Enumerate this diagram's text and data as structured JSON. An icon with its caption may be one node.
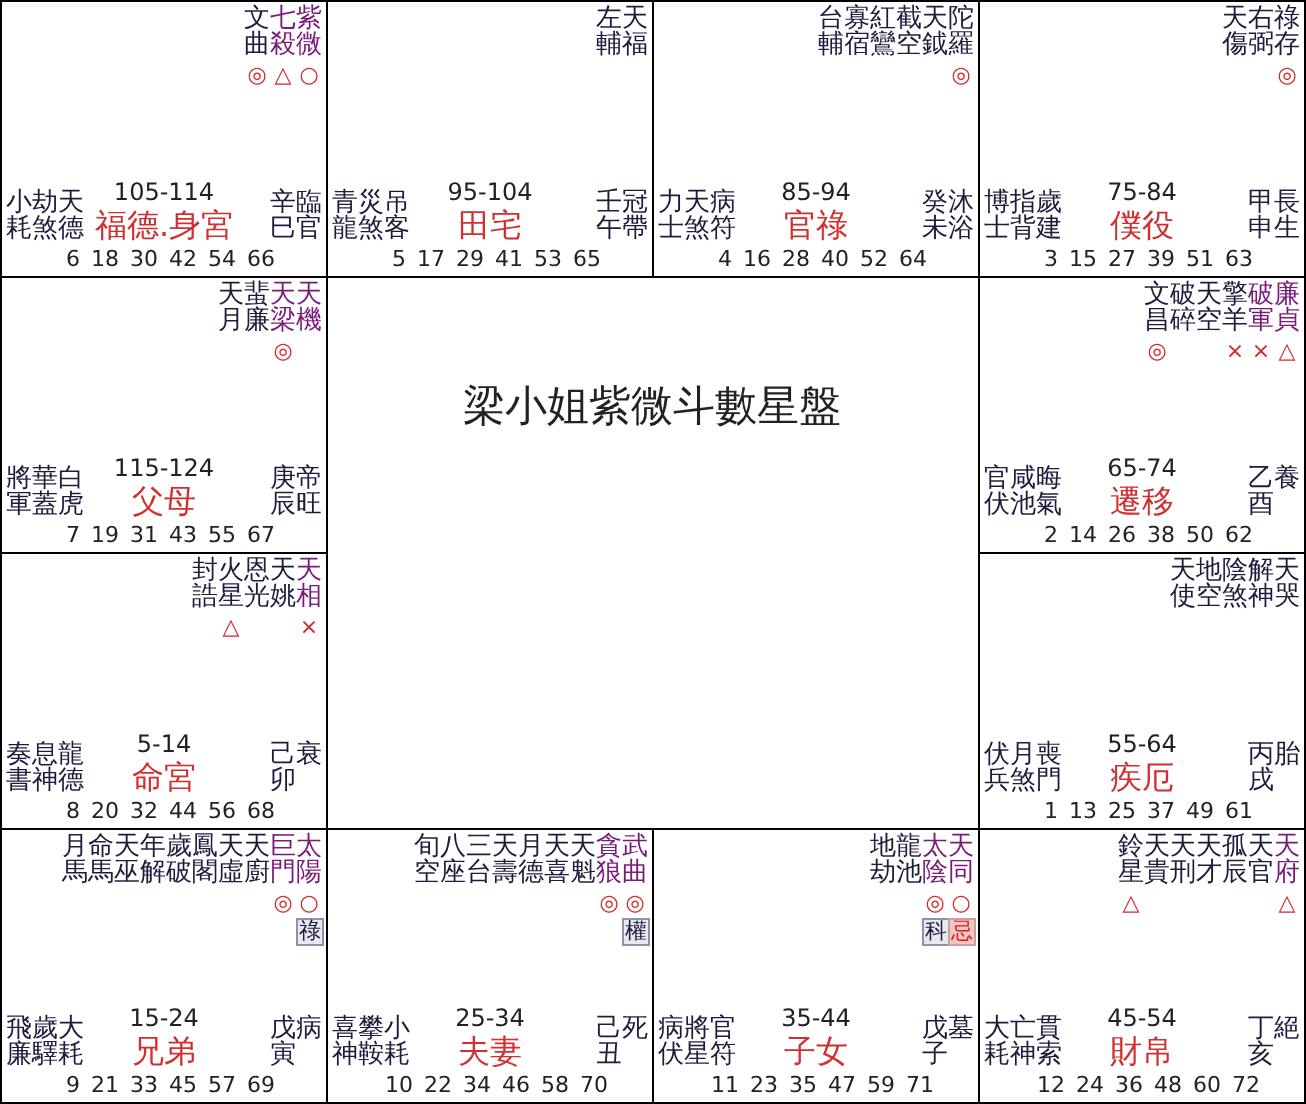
{
  "diagram": {
    "title": "梁小姐紫微斗數星盤",
    "nodes": [
      {
        "text": [
          "文曲",
          "七殺",
          "紫微",
          "◎",
          "△",
          "○",
          "小耗",
          "劫煞",
          "天德",
          "105-114",
          "福德.身宮",
          "辛巳",
          "臨官",
          "6 18 30 42 54 66"
        ]
      },
      {
        "text": [
          "左輔",
          "天福",
          "青龍",
          "災煞",
          "吊客",
          "95-104",
          "田宅",
          "壬午",
          "冠帶",
          "5 17 29 41 53 65"
        ]
      },
      {
        "text": [
          "台輔",
          "寡宿",
          "紅鸞",
          "截空",
          "天鉞",
          "陀羅",
          "◎",
          "力士",
          "天煞",
          "病符",
          "85-94",
          "官祿",
          "癸未",
          "沐浴",
          "4 16 28 40 52 64"
        ]
      },
      {
        "text": [
          "天傷",
          "右弼",
          "祿存",
          "◎",
          "博士",
          "指背",
          "歲建",
          "75-84",
          "僕役",
          "甲申",
          "長生",
          "3 15 27 39 51 63"
        ]
      },
      {
        "text": [
          "天月",
          "蜚廉",
          "天梁",
          "天機",
          "◎",
          "將軍",
          "華蓋",
          "白虎",
          "115-124",
          "父母",
          "庚辰",
          "帝旺",
          "7 19 31 43 55 67"
        ]
      },
      {
        "text": [
          "文昌",
          "破碎",
          "天空",
          "擎羊",
          "破軍",
          "廉貞",
          "◎",
          "×",
          "×",
          "△",
          "官伏",
          "咸池",
          "晦氣",
          "65-74",
          "遷移",
          "乙酉",
          "養",
          "2 14 26 38 50 62"
        ]
      },
      {
        "text": [
          "封誥",
          "火星",
          "恩光",
          "天姚",
          "天相",
          "△",
          "×",
          "奏書",
          "息神",
          "龍德",
          "5-14",
          "命宮",
          "己卯",
          "衰",
          "8 20 32 44 56 68"
        ]
      },
      {
        "text": [
          "天使",
          "地空",
          "陰煞",
          "解神",
          "天哭",
          "伏兵",
          "月煞",
          "喪門",
          "55-64",
          "疾厄",
          "丙戌",
          "胎",
          "1 13 25 37 49 61"
        ]
      },
      {
        "text": [
          "月馬",
          "命馬",
          "天巫",
          "年解",
          "歲破",
          "鳳閣",
          "天虛",
          "天廚",
          "巨門",
          "太陽",
          "◎",
          "○",
          "祿",
          "飛廉",
          "歲驛",
          "大耗",
          "15-24",
          "兄弟",
          "戊寅",
          "病",
          "9 21 33 45 57 69"
        ]
      },
      {
        "text": [
          "旬空",
          "八座",
          "三台",
          "天壽",
          "月德",
          "天喜",
          "天魁",
          "貪狼",
          "武曲",
          "◎",
          "◎",
          "權",
          "喜神",
          "攀鞍",
          "小耗",
          "25-34",
          "夫妻",
          "己丑",
          "死",
          "10 22 34 46 58 70"
        ]
      },
      {
        "text": [
          "地劫",
          "龍池",
          "太陰",
          "天同",
          "◎",
          "○",
          "科",
          "忌",
          "病伏",
          "將星",
          "官符",
          "35-44",
          "子女",
          "戊子",
          "墓",
          "11 23 35 47 59 71"
        ]
      },
      {
        "text": [
          "鈴星",
          "天貴",
          "天刑",
          "天才",
          "孤辰",
          "天官",
          "天府",
          "△",
          "△",
          "大耗",
          "亡神",
          "貫索",
          "45-54",
          "財帛",
          "丁亥",
          "絕",
          "12 24 36 48 60 72"
        ]
      }
    ]
  }
}
